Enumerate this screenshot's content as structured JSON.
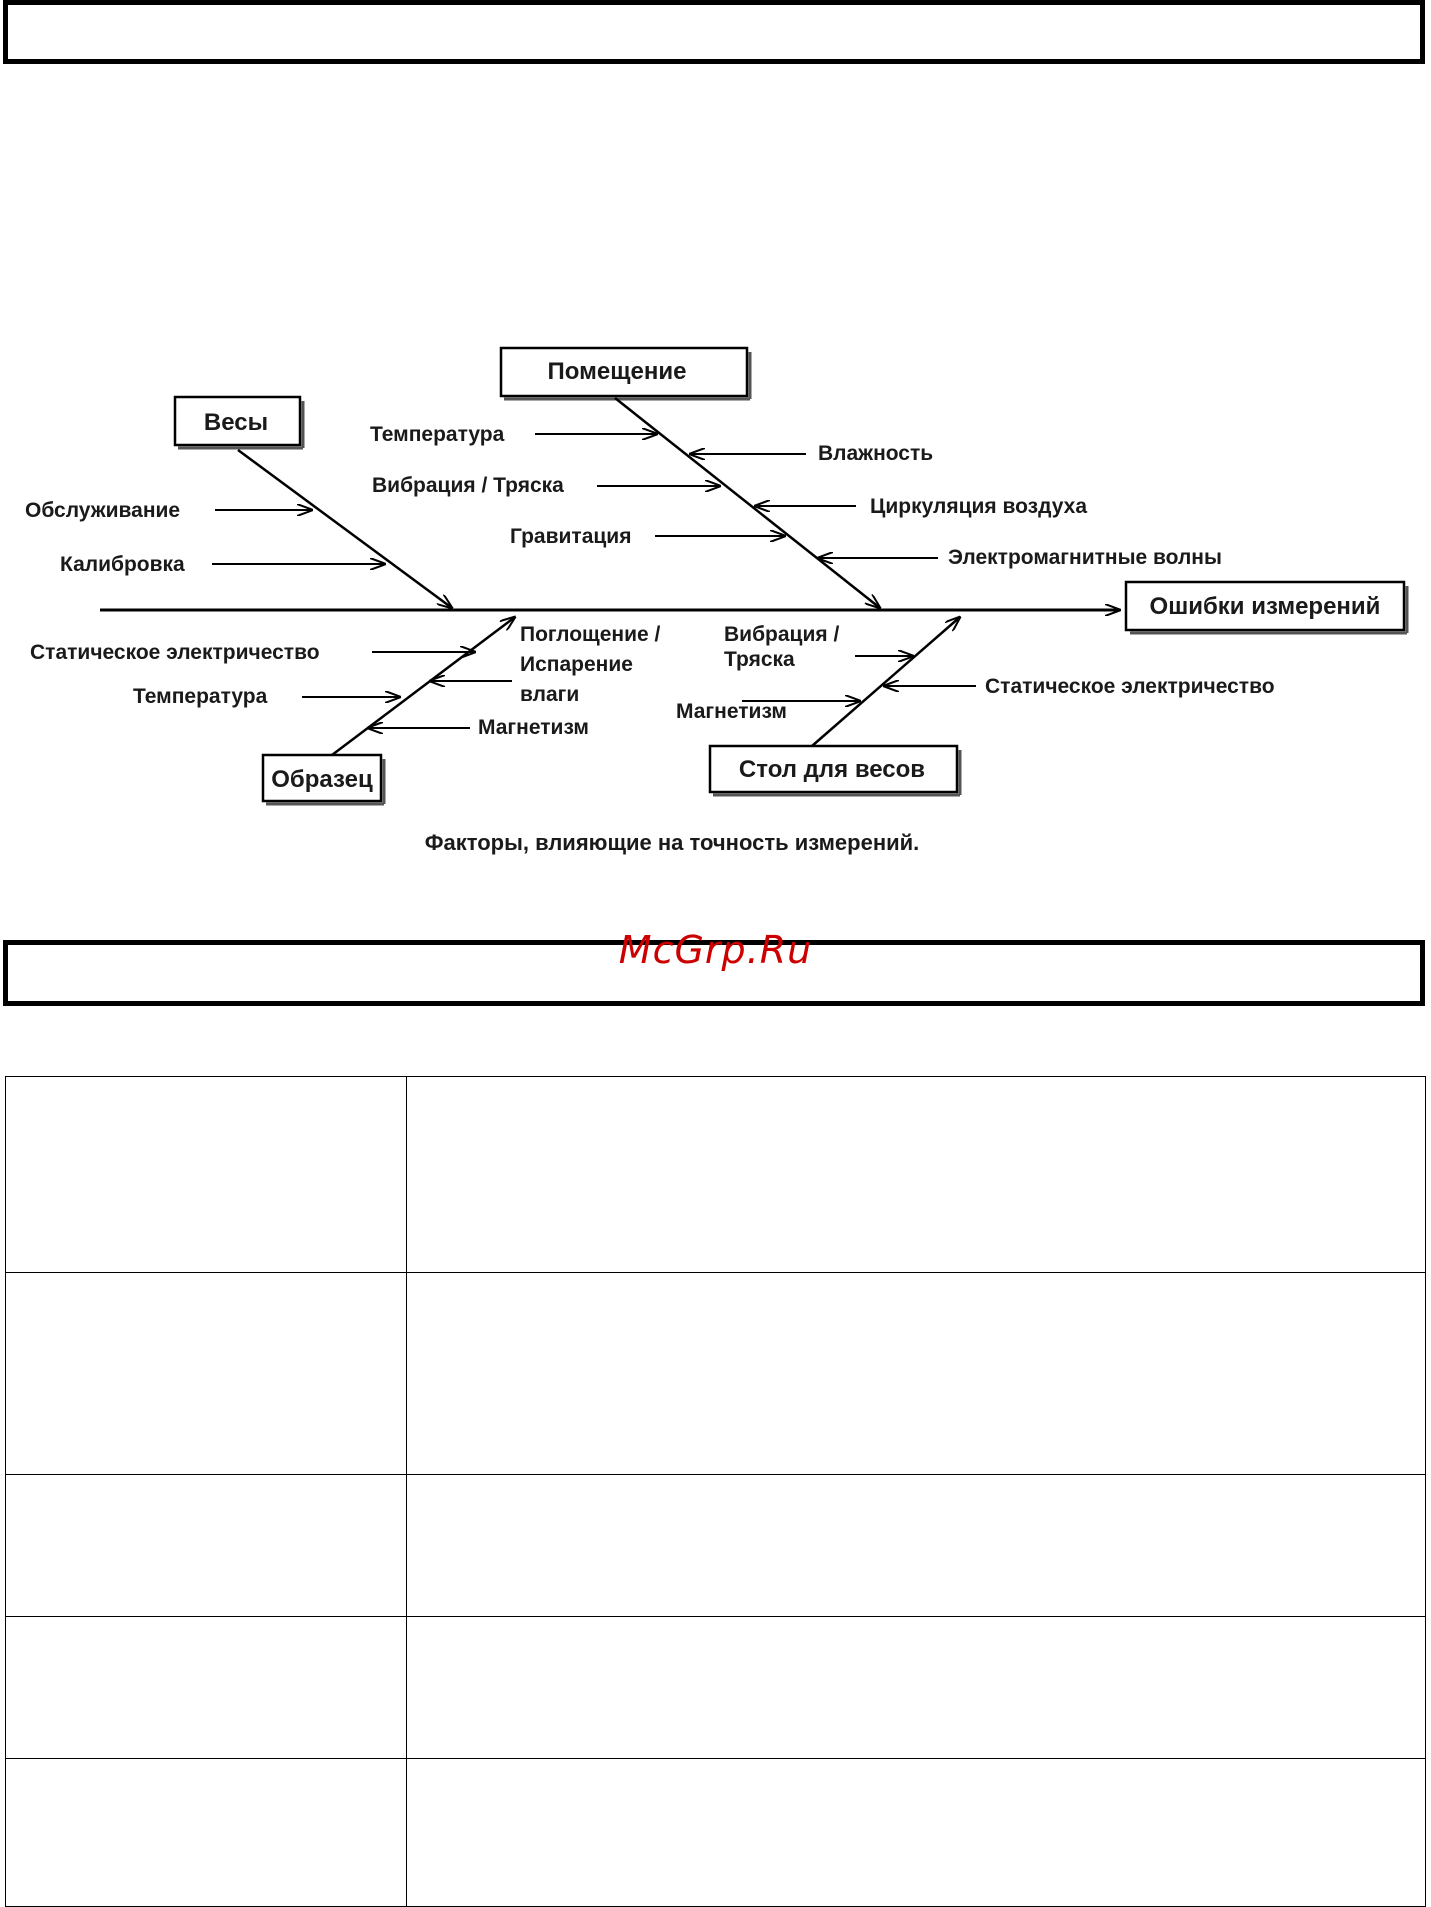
{
  "diagram": {
    "main_box": "Весы",
    "room_box": "Помещение",
    "sample_box": "Образец",
    "table_box": "Стол для весов",
    "result_box": "Ошибки измерений",
    "scale_causes": [
      "Обслуживание",
      "Калибровка"
    ],
    "room_left_causes": [
      "Температура",
      "Вибрация / Тряска",
      "Гравитация"
    ],
    "room_right_causes": [
      "Влажность",
      "Циркуляция воздуха",
      "Электромагнитные волны"
    ],
    "sample_left_causes": [
      "Статическое электричество",
      "Температура"
    ],
    "sample_right_causes": [
      "Поглощение /",
      "Испарение",
      "влаги",
      "Магнетизм"
    ],
    "table_causes": [
      "Вибрация /",
      "Тряска",
      "Магнетизм",
      "Статическое электричество"
    ],
    "caption": "Факторы, влияющие на точность измерений."
  },
  "watermark": "McGrp.Ru"
}
